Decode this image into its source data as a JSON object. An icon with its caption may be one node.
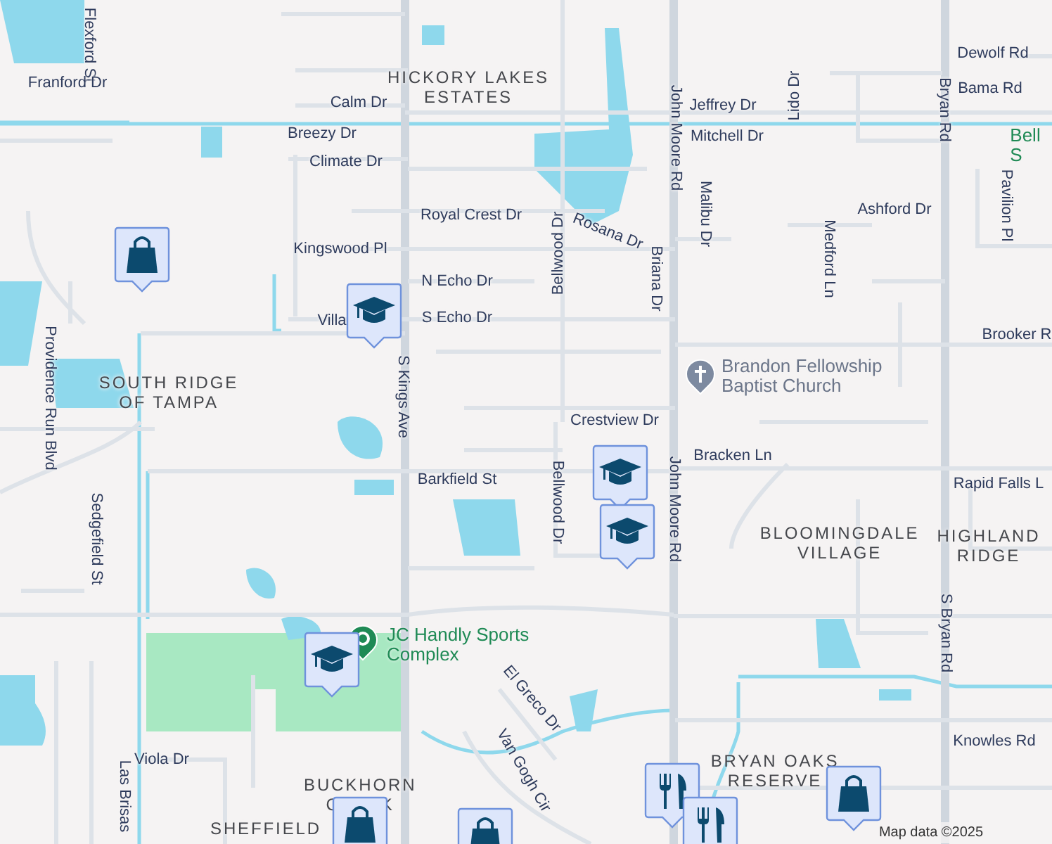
{
  "diagram": {
    "labels": [
      "Flexford St",
      "Franford Dr",
      "HICKORY LAKES ESTATES",
      "Calm Dr",
      "Breezy Dr",
      "Climate Dr",
      "Royal Crest Dr",
      "Kingswood Pl",
      "N Echo Dr",
      "S Echo Dr",
      "Villa",
      "S Kings Ave",
      "SOUTH RIDGE OF TAMPA",
      "Providence Run Blvd",
      "Sedgefield St",
      "Barkfield St",
      "JC Handly Sports Complex",
      "El Greco Dr",
      "Van Gogh Cir",
      "Viola Dr",
      "Las Brisas",
      "BUCKHORN CREEK",
      "SHEFFIELD",
      "John Moore Rd",
      "Jeffrey Dr",
      "Mitchell Dr",
      "Lido Dr",
      "Dewolf Rd",
      "Bama Rd",
      "Bryan Rd",
      "Bell S",
      "Rosana Dr",
      "Bellwood Dr",
      "Briana Dr",
      "Malibu Dr",
      "Medford Ln",
      "Ashford Dr",
      "Pavilion Pl",
      "Brooker R",
      "Brandon Fellowship Baptist Church",
      "Crestview Dr",
      "Bracken Ln",
      "John Moore Rd",
      "Bellwood Dr",
      "Rapid Falls L",
      "BLOOMINGDALE VILLAGE",
      "HIGHLAND RIDGE",
      "S Bryan Rd",
      "Knowles Rd",
      "BRYAN OAKS RESERVE",
      "Map data ©2025"
    ]
  }
}
